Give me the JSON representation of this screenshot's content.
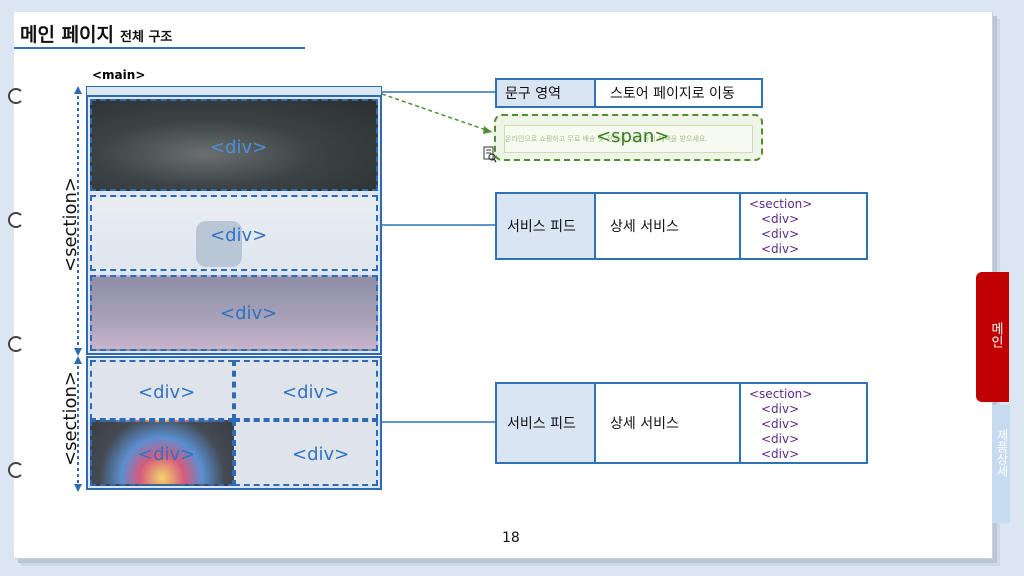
{
  "page": {
    "title": "메인 페이지",
    "subtitle": "전체 구조",
    "page_number": "18"
  },
  "structure": {
    "main_tag": "<main>",
    "section_tag": "<section>",
    "div_tag": "<div>",
    "span_tag": "<span>",
    "promo_text": "온라인으로 쇼핑하고 무료 배송 및 전문가 지원 등의 혜택을 받으세요."
  },
  "tables": {
    "top": {
      "label": "문구 영역",
      "value": "스토어 페이지로 이동"
    },
    "mid": {
      "label": "서비스 피드",
      "value": "상세 서비스",
      "code": [
        "<section>",
        "<div>",
        "<div>",
        "<div>"
      ]
    },
    "bottom": {
      "label": "서비스 피드",
      "value": "상세 서비스",
      "code": [
        "<section>",
        "<div>",
        "<div>",
        "<div>",
        "<div>"
      ]
    }
  },
  "tabs": {
    "main": "메인",
    "product": "제품상세"
  },
  "colors": {
    "accent": "#2e74b5",
    "tab_active": "#c00000",
    "tab_inactive": "#c6daf0",
    "span_border": "#4f8f2f"
  }
}
